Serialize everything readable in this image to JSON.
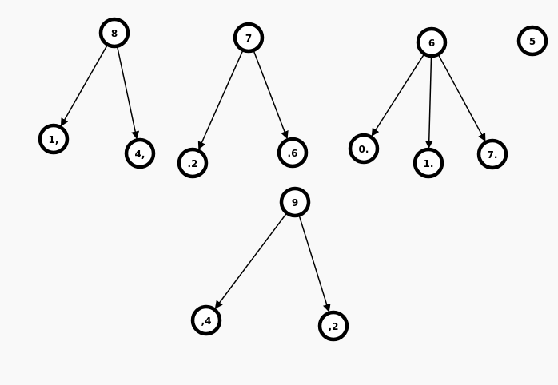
{
  "diagram": {
    "nodes": [
      {
        "id": "n8",
        "label": "8"
      },
      {
        "id": "n7",
        "label": "7"
      },
      {
        "id": "n6",
        "label": "6"
      },
      {
        "id": "n5",
        "label": "5"
      },
      {
        "id": "n9",
        "label": "9"
      },
      {
        "id": "n1c",
        "label": "1,"
      },
      {
        "id": "n4c",
        "label": "4,"
      },
      {
        "id": "nd2",
        "label": ".2"
      },
      {
        "id": "nd6",
        "label": ".6"
      },
      {
        "id": "n0d",
        "label": "0."
      },
      {
        "id": "n1d",
        "label": "1."
      },
      {
        "id": "n7d",
        "label": "7."
      },
      {
        "id": "nc4",
        "label": ",4"
      },
      {
        "id": "nc2",
        "label": ",2"
      }
    ],
    "edges": [
      {
        "from": "n8",
        "to": "n1c"
      },
      {
        "from": "n8",
        "to": "n4c"
      },
      {
        "from": "n7",
        "to": "nd2"
      },
      {
        "from": "n7",
        "to": "nd6"
      },
      {
        "from": "n6",
        "to": "n0d"
      },
      {
        "from": "n6",
        "to": "n1d"
      },
      {
        "from": "n6",
        "to": "n7d"
      },
      {
        "from": "n9",
        "to": "nc4"
      },
      {
        "from": "n9",
        "to": "nc2"
      }
    ]
  }
}
